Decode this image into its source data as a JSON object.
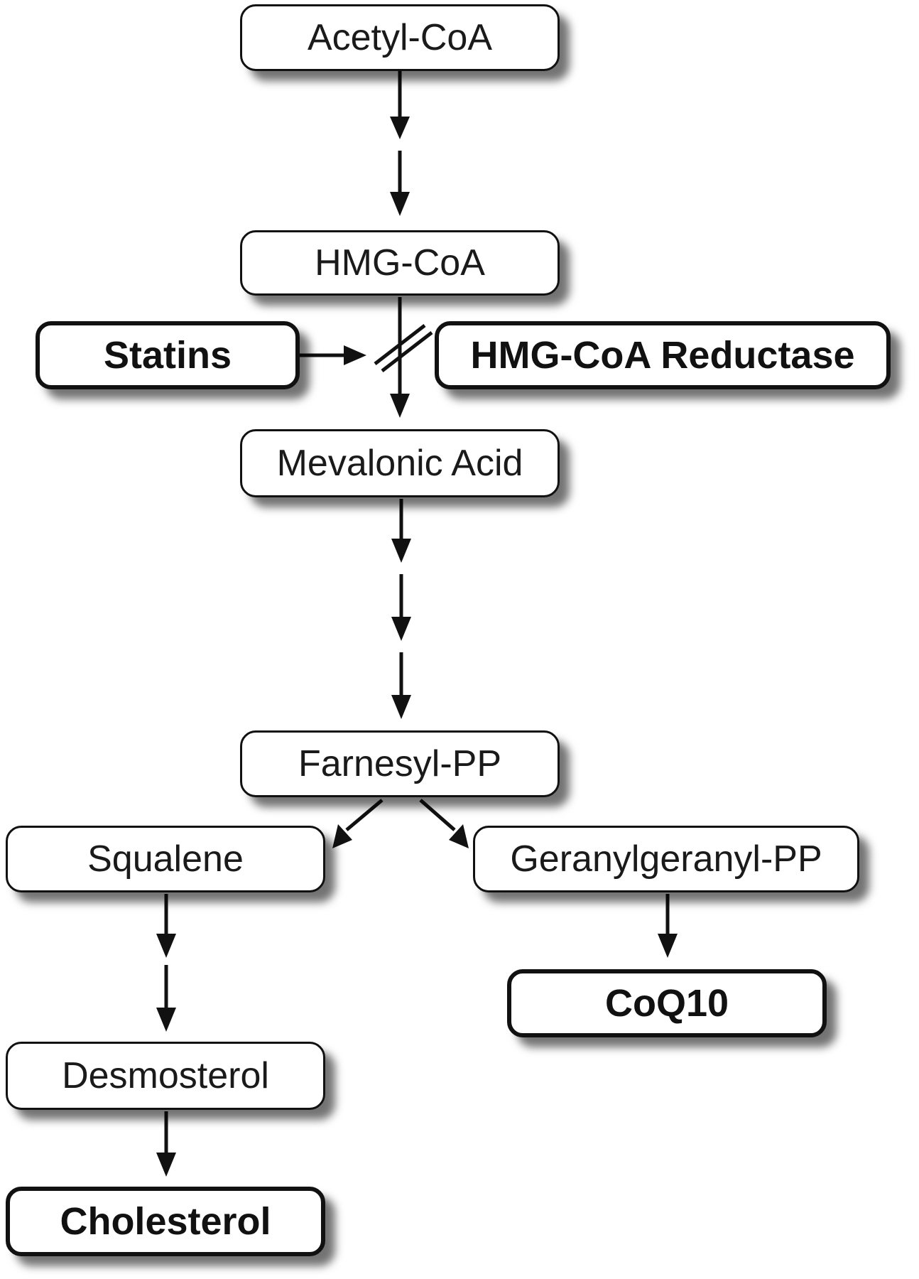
{
  "nodes": {
    "acetyl_coa": "Acetyl-CoA",
    "hmg_coa": "HMG-CoA",
    "statins": "Statins",
    "hmg_coa_reductase": "HMG-CoA Reductase",
    "mevalonic_acid": "Mevalonic Acid",
    "farnesyl_pp": "Farnesyl-PP",
    "squalene": "Squalene",
    "geranylgeranyl_pp": "Geranylgeranyl-PP",
    "desmosterol": "Desmosterol",
    "coq10": "CoQ10",
    "cholesterol": "Cholesterol"
  },
  "colors": {
    "stroke": "#111111",
    "fill": "#ffffff",
    "shadow": "#000000"
  }
}
